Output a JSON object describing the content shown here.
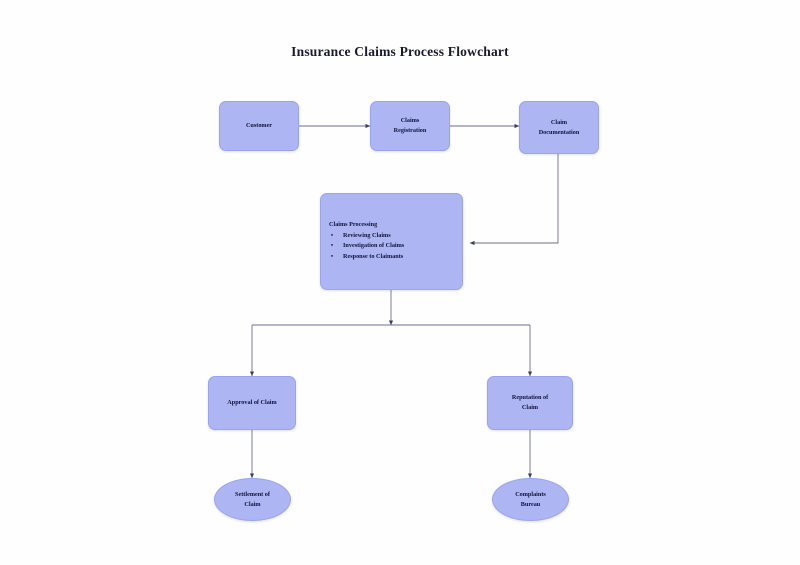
{
  "title": "Insurance Claims Process Flowchart",
  "theme": {
    "node_fill": "#adb6f3",
    "node_border": "#9aa4ee",
    "text_color": "#12123a",
    "connector_color": "#6b6f8f",
    "background": "#fefeff"
  },
  "nodes": {
    "customer": {
      "label": "Customer",
      "shape": "rounded-rect"
    },
    "claims_registration": {
      "line1": "Claims",
      "line2": "Registration",
      "shape": "rounded-rect"
    },
    "claim_documentation": {
      "line1": "Claim",
      "line2": "Documentation",
      "shape": "rounded-rect"
    },
    "claims_processing": {
      "heading": "Claims Processing",
      "shape": "rounded-rect",
      "bullet_glyph": "•",
      "items": [
        "Reviewing Claims",
        "Investigation of Claims",
        "Response to Claimants"
      ]
    },
    "approval_of_claim": {
      "label": "Approval of Claim",
      "shape": "rounded-rect"
    },
    "reputation_of_claim": {
      "line1": "Reputation of",
      "line2": "Claim",
      "shape": "rounded-rect"
    },
    "settlement_of_claim": {
      "line1": "Settlement of",
      "line2": "Claim",
      "shape": "ellipse"
    },
    "complaints_bureau": {
      "line1": "Complaints",
      "line2": "Bureau",
      "shape": "ellipse"
    }
  },
  "connections": [
    {
      "name": "customer-to-registration",
      "from": "customer",
      "to": "claims_registration"
    },
    {
      "name": "registration-to-documentation",
      "from": "claims_registration",
      "to": "claim_documentation"
    },
    {
      "name": "documentation-to-processing",
      "from": "claim_documentation",
      "to": "claims_processing"
    },
    {
      "name": "processing-to-approval",
      "from": "claims_processing",
      "to": "approval_of_claim"
    },
    {
      "name": "processing-to-reputation",
      "from": "claims_processing",
      "to": "reputation_of_claim"
    },
    {
      "name": "approval-to-settlement",
      "from": "approval_of_claim",
      "to": "settlement_of_claim"
    },
    {
      "name": "reputation-to-complaints",
      "from": "reputation_of_claim",
      "to": "complaints_bureau"
    }
  ]
}
